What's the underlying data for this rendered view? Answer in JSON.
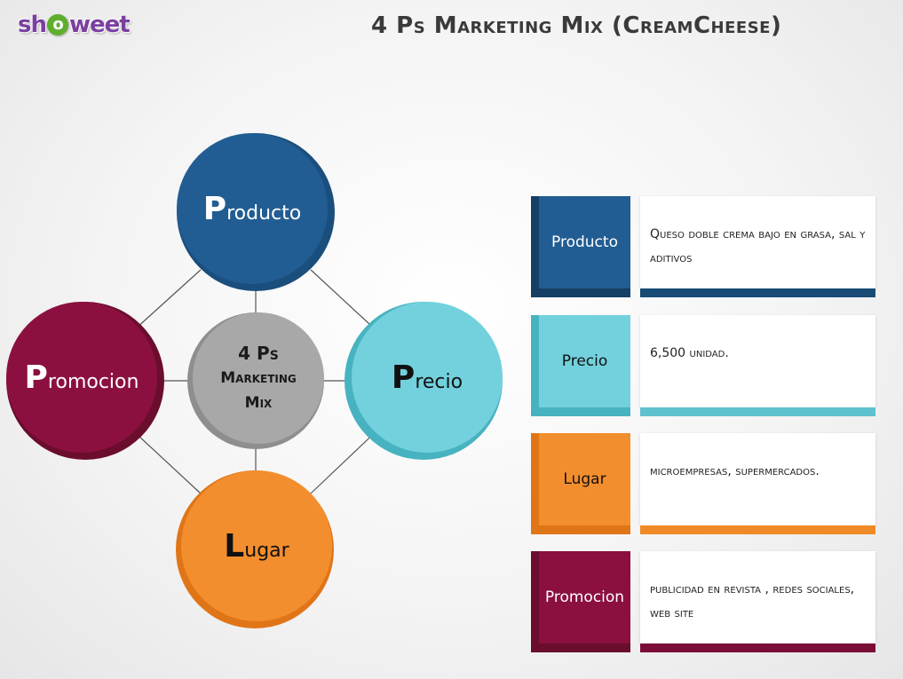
{
  "logo": {
    "text_before": "sh",
    "o_glyph": "o",
    "text_after": "weet"
  },
  "title": "4 Ps Marketing Mix (CreamCheese)",
  "colors": {
    "producto": "#215d92",
    "precio": "#72d1dd",
    "lugar": "#f38e2e",
    "promocion": "#8b1040",
    "center": "#a8a8a8"
  },
  "diagram": {
    "center": {
      "line1": "4 Ps",
      "line2": "Marketing",
      "line3": "Mix"
    },
    "producto": {
      "cap": "P",
      "rest": "roducto"
    },
    "promocion": {
      "cap": "P",
      "rest": "romocion"
    },
    "precio": {
      "cap": "P",
      "rest": "recio"
    },
    "lugar": {
      "cap": "L",
      "rest": "ugar"
    }
  },
  "table": [
    {
      "label": "Producto",
      "text": "Queso  doble crema bajo en grasa, sal y aditivos"
    },
    {
      "label": "Precio",
      "text": "6,500 unidad."
    },
    {
      "label": "Lugar",
      "text": "microempresas, supermercados."
    },
    {
      "label": "Promocion",
      "text": "publicidad en revista , redes sociales, web site"
    }
  ]
}
